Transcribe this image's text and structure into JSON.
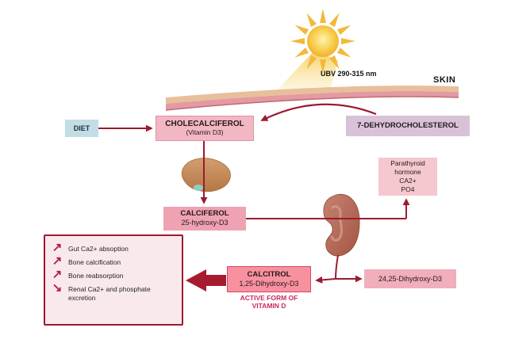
{
  "colors": {
    "arrow": "#9b1b30",
    "calcitrol_border": "#d64565",
    "diet_bg": "#c3dde6",
    "pink_box_bg": "#f3b7c3",
    "lavender_box_bg": "#d9c2d8",
    "effects_bg": "#f9e9ec",
    "active_form_text": "#cb2b5a",
    "sun": "#f5c33b"
  },
  "labels": {
    "uvb": "UBV 290-315 nm",
    "skin": "SKIN"
  },
  "boxes": {
    "diet": {
      "label": "DIET"
    },
    "cholecalciferol": {
      "line1": "CHOLECALCIFEROL",
      "line2": "(Vitamin D3)"
    },
    "dehydrocholesterol": {
      "label": "7-DEHYDROCHOLESTEROL"
    },
    "calciferol": {
      "line1": "CALCIFEROL",
      "line2": "25-hydroxy-D3"
    },
    "parathyroid": {
      "line1": "Parathyroid",
      "line2": "hormone",
      "line3": "CA2+",
      "line4": "PO4"
    },
    "calcitrol": {
      "line1": "CALCITROL",
      "line2": "1,25-Dihydroxy-D3"
    },
    "active_form": {
      "line1": "ACTIVE FORM OF",
      "line2": "VITAMIN D"
    },
    "dihydroxy2425": {
      "label": "24,25-Dihydroxy-D3"
    }
  },
  "effects": {
    "items": [
      {
        "icon": "up-right-arrow",
        "glyph": "↗",
        "label": "Gut Ca2+ absoption"
      },
      {
        "icon": "up-right-arrow",
        "glyph": "↗",
        "label": "Bone calcification"
      },
      {
        "icon": "up-right-arrow",
        "glyph": "↗",
        "label": "Bone reabsorption"
      },
      {
        "icon": "down-right-arrow",
        "glyph": "↘",
        "label": "Renal Ca2+ and phosphate excretion"
      }
    ]
  }
}
